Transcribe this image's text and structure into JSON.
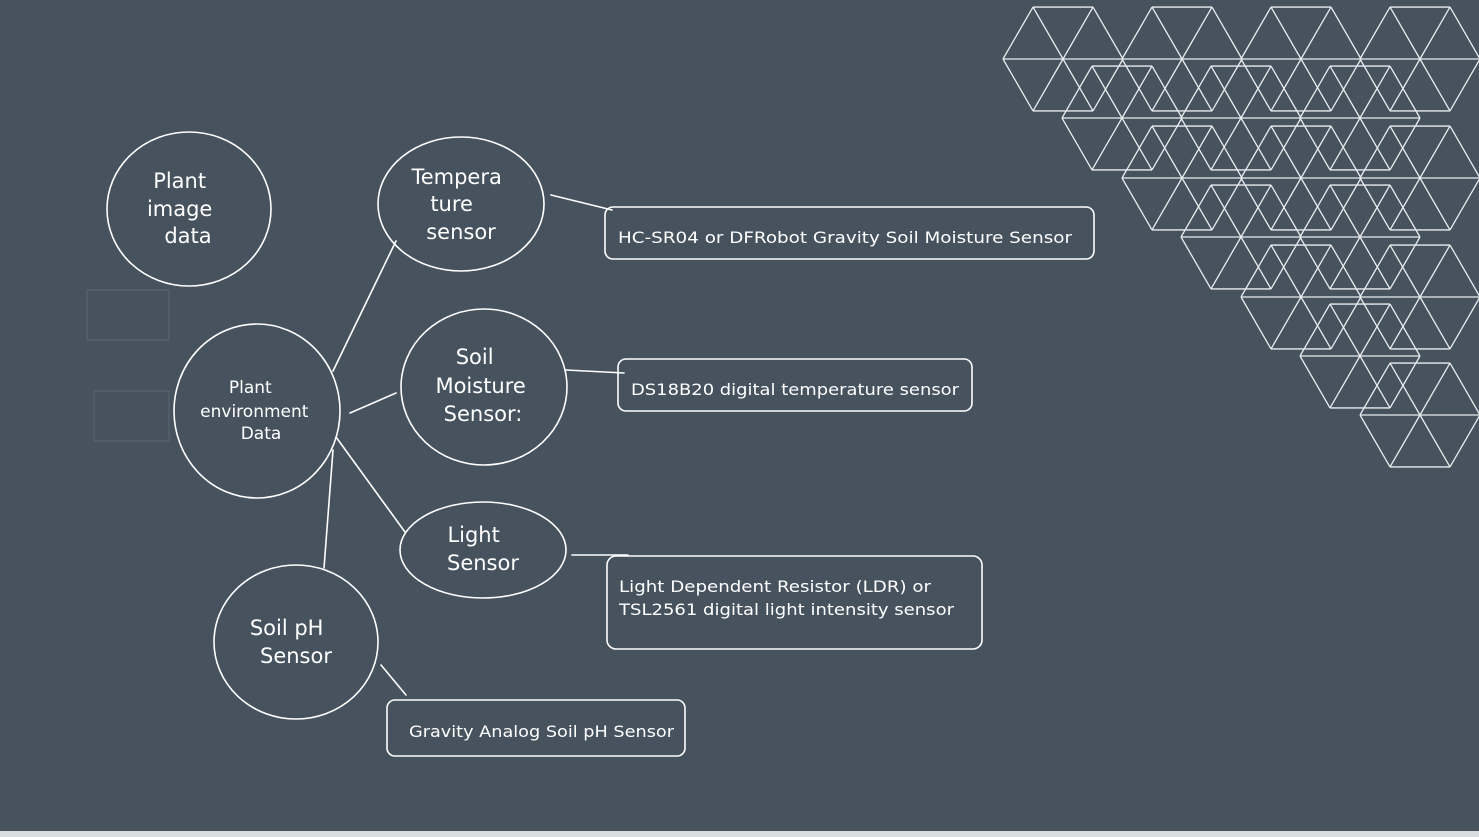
{
  "nodes": {
    "plant_image": {
      "lines": [
        "Plant",
        "image",
        "data"
      ]
    },
    "plant_environment": {
      "lines": [
        "Plant",
        "environment",
        "Data"
      ]
    },
    "temperature_sensor": {
      "lines": [
        "Tempera",
        "ture",
        "sensor"
      ]
    },
    "soil_moisture_sensor": {
      "lines": [
        "Soil",
        "Moisture",
        "Sensor:"
      ]
    },
    "light_sensor": {
      "lines": [
        "Light",
        "Sensor"
      ]
    },
    "soil_ph_sensor": {
      "lines": [
        "Soil pH",
        "Sensor"
      ]
    }
  },
  "boxes": {
    "temperature_detail": "HC-SR04 or DFRobot Gravity Soil Moisture Sensor",
    "moisture_detail": "DS18B20 digital temperature sensor",
    "light_detail": [
      "Light Dependent Resistor (LDR) or",
      "TSL2561 digital light intensity sensor"
    ],
    "ph_detail": "Gravity Analog Soil pH Sensor"
  },
  "colors": {
    "background": "#46525e",
    "stroke": "#ffffff",
    "pattern": "#e8ecef"
  }
}
